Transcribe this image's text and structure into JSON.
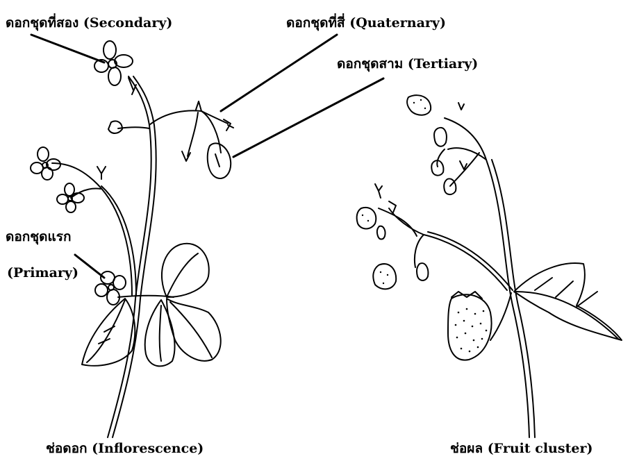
{
  "labels": {
    "secondary": "ดอกชุดที่สอง (Secondary)",
    "quaternary": "ดอกชุดที่สี่ (Quaternary)",
    "tertiary": "ดอกชุดสาม (Tertiary)",
    "primary_th": "ดอกชุดแรก",
    "primary_en": "(Primary)",
    "inflorescence": "ช่อดอก (Inflorescence)",
    "fruit_cluster": "ช่อผล (Fruit cluster)"
  },
  "colors": {
    "ink": "#000000",
    "background": "#ffffff"
  }
}
